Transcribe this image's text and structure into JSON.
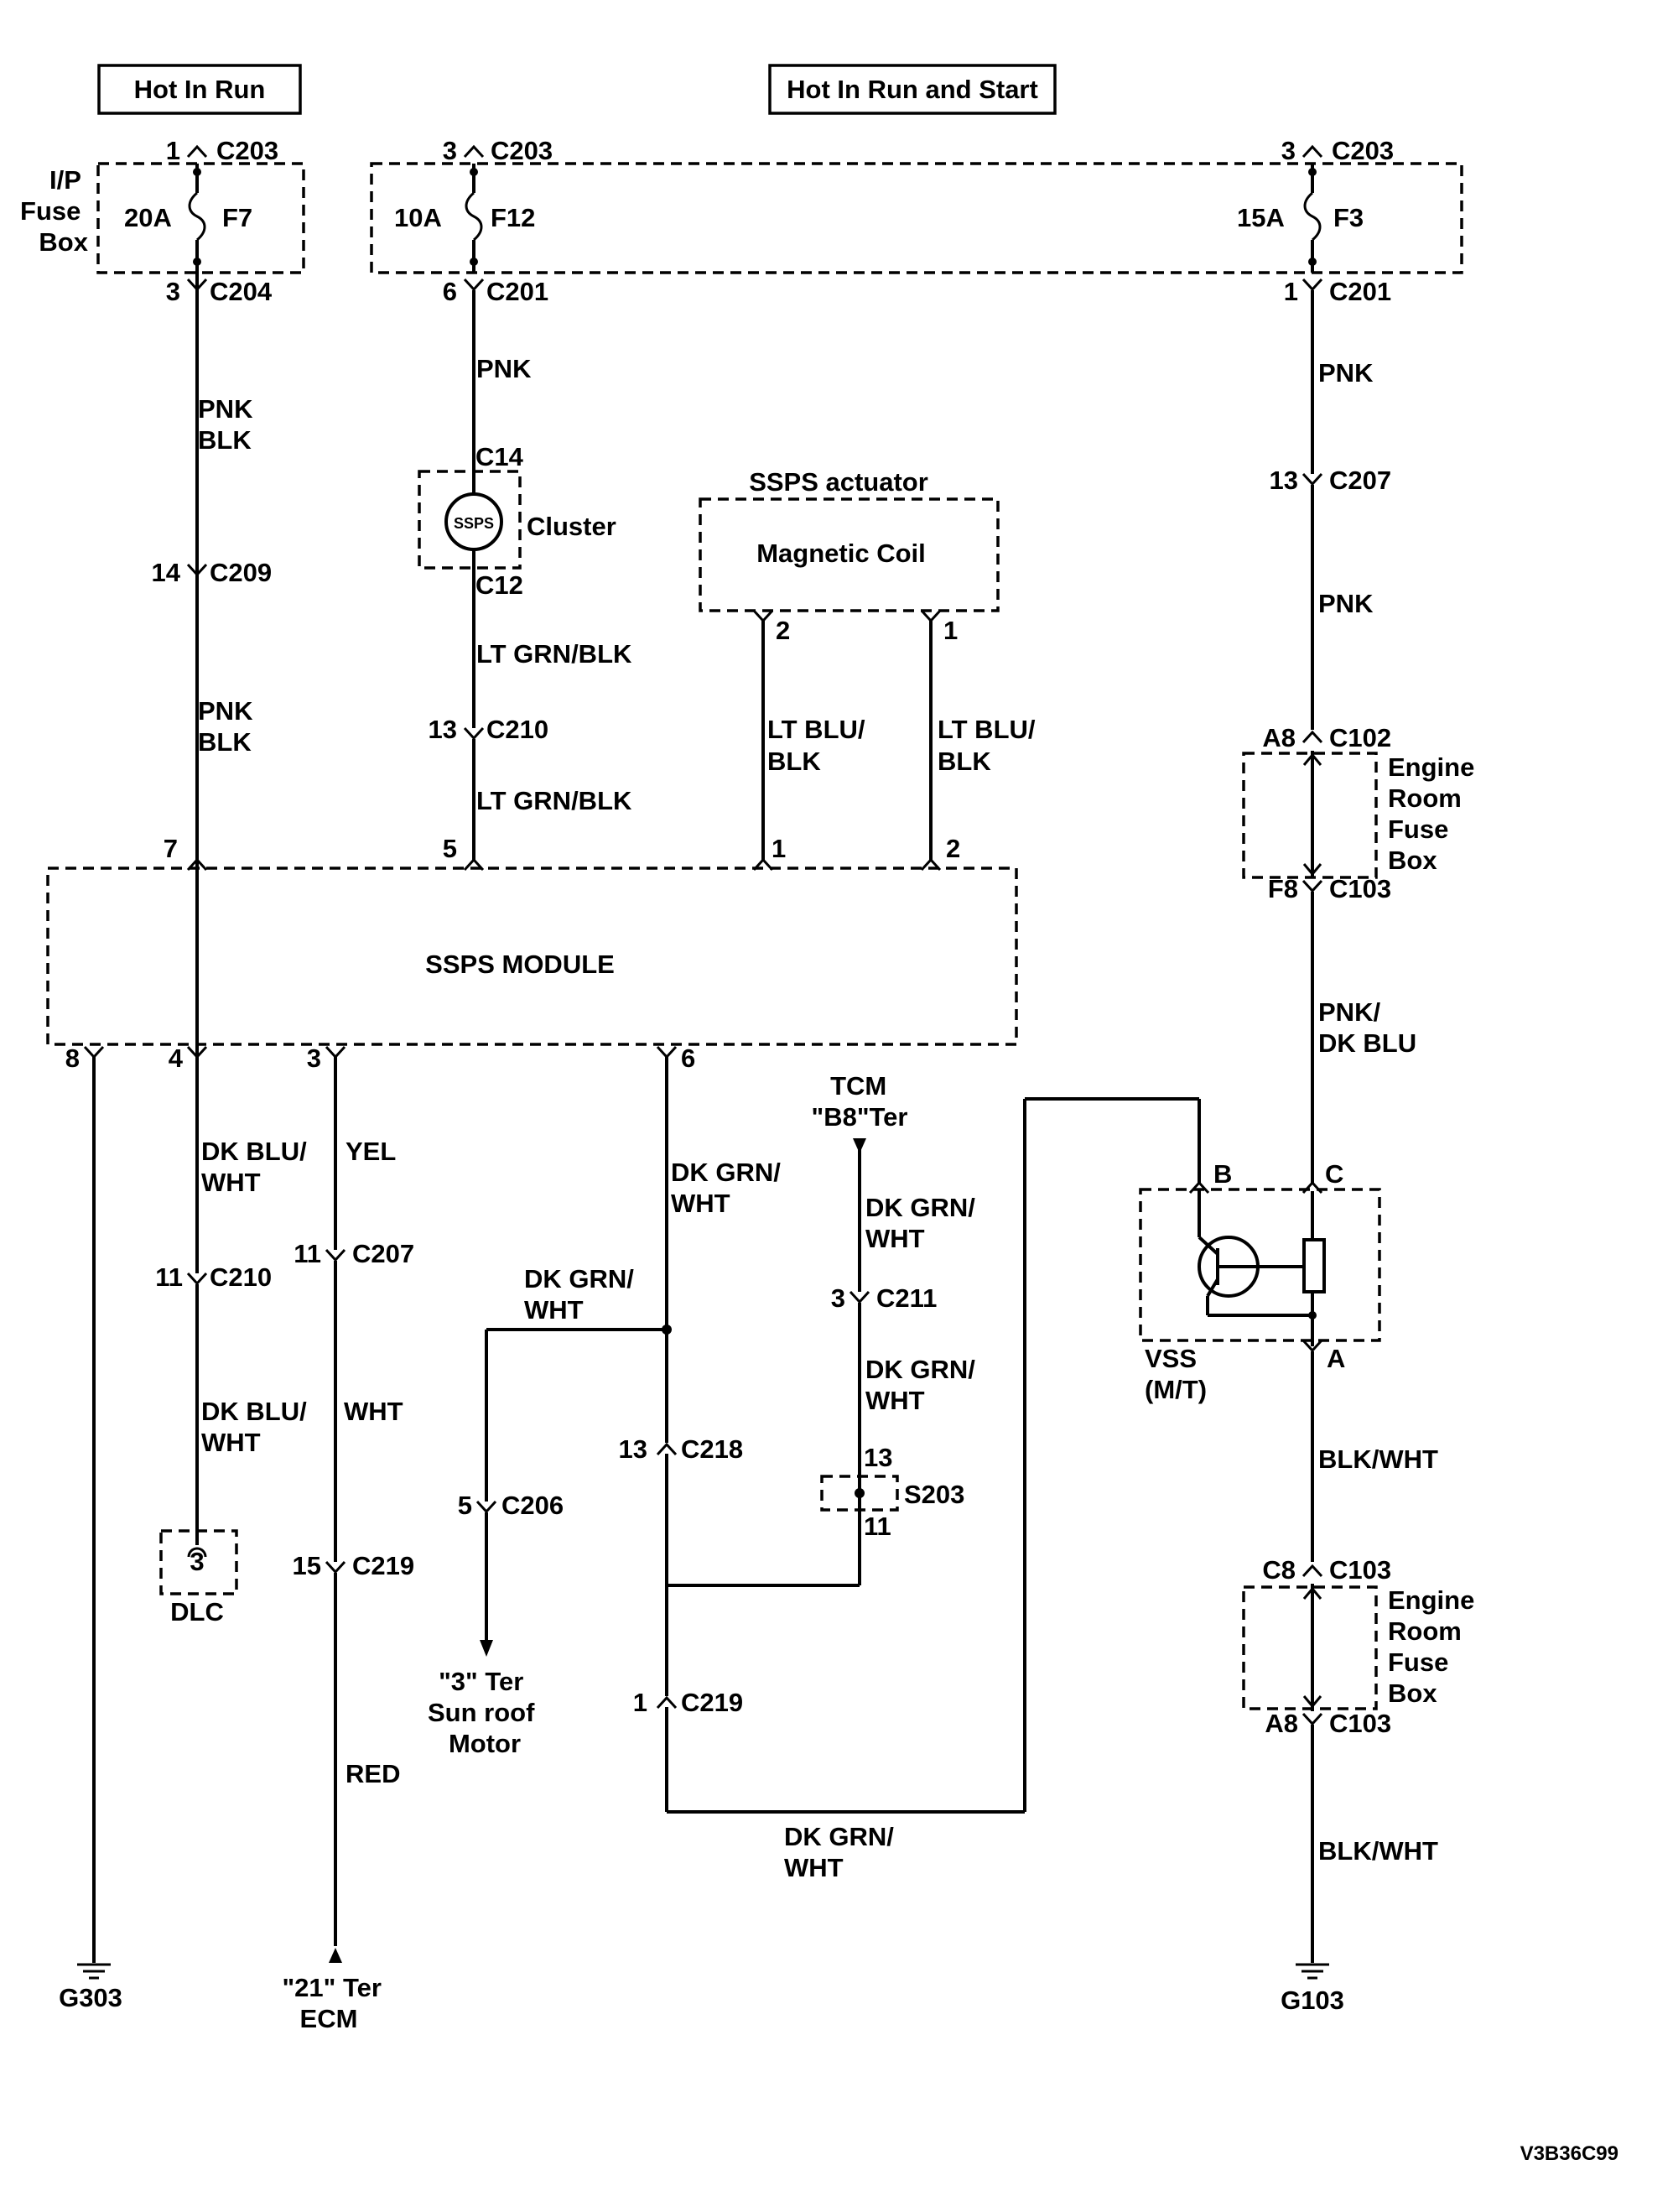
{
  "headers": {
    "hot_run": "Hot In Run",
    "hot_run_start": "Hot In Run and Start"
  },
  "fuses": {
    "ip_box": "I/P\nFuse\nBox",
    "f7_amp": "20A",
    "f7": "F7",
    "f12_amp": "10A",
    "f12": "F12",
    "f3_amp": "15A",
    "f3": "F3"
  },
  "connectors": {
    "c203": "C203",
    "c204": "C204",
    "c201": "C201",
    "c209": "C209",
    "c207": "C207",
    "c14": "C14",
    "c12": "C12",
    "c210": "C210",
    "c102": "C102",
    "c103": "C103",
    "c218": "C218",
    "c219": "C219",
    "c206": "C206",
    "c211": "C211",
    "s203": "S203"
  },
  "pins": {
    "p1": "1",
    "p2": "2",
    "p3": "3",
    "p4": "4",
    "p5": "5",
    "p6": "6",
    "p7": "7",
    "p8": "8",
    "p11": "11",
    "p13": "13",
    "p14": "14",
    "p15": "15",
    "a8": "A8",
    "f8": "F8",
    "c8": "C8",
    "pa": "A",
    "pb": "B",
    "pc": "C"
  },
  "wires": {
    "pnk": "PNK",
    "pnk_blk": "PNK\nBLK",
    "lt_grn_blk": "LT GRN/BLK",
    "lt_blu_blk": "LT BLU/\nBLK",
    "pnk_dk_blu": "PNK/\nDK BLU",
    "blk_wht": "BLK/WHT",
    "dk_blu_wht": "DK BLU/\nWHT",
    "yel": "YEL",
    "wht": "WHT",
    "red": "RED",
    "dk_grn_wht": "DK GRN/\nWHT"
  },
  "components": {
    "cluster": "Cluster",
    "ssps_gauge": "SSPS",
    "actuator": "SSPS actuator",
    "coil": "Magnetic Coil",
    "module": "SSPS MODULE",
    "engine_box": "Engine\nRoom\nFuse\nBox",
    "vss": "VSS\n(M/T)",
    "dlc": "DLC",
    "dlc_pin": "3",
    "tcm": "TCM\n\"B8\"Ter",
    "sunroof": "\"3\" Ter\nSun roof\nMotor",
    "ecm": "\"21\" Ter\nECM",
    "g303": "G303",
    "g103": "G103"
  },
  "code": "V3B36C99"
}
